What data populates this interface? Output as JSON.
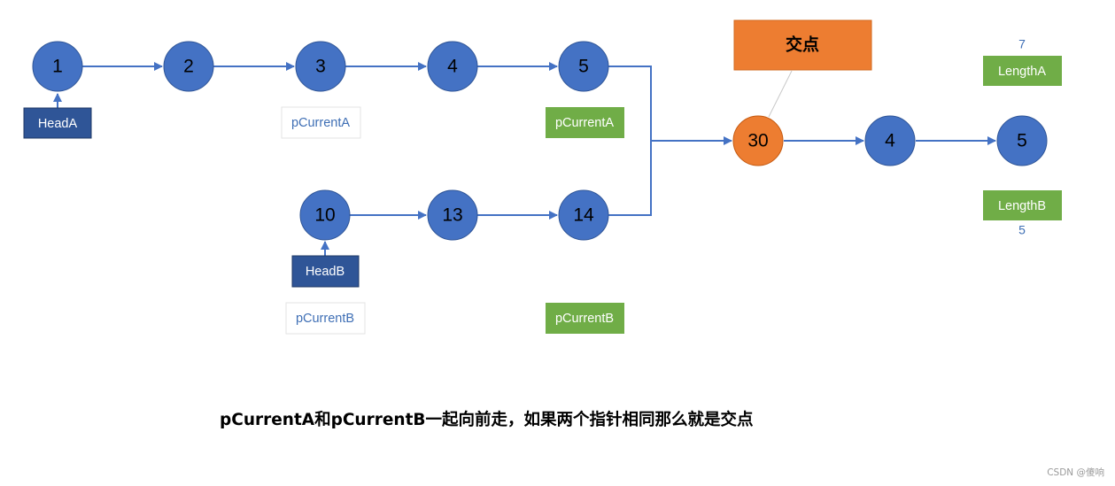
{
  "colors": {
    "node_fill": "#4472c4",
    "node_stroke": "#2f5597",
    "intersection_fill": "#ed7d31",
    "arrow": "#4472c4",
    "head_box_fill": "#2f5597",
    "green_box_fill": "#70ad47",
    "label_text_blue": "#3f6fb5",
    "title_box_fill": "#ed7d31"
  },
  "list_a": [
    "1",
    "2",
    "3",
    "4",
    "5"
  ],
  "list_b": [
    "10",
    "13",
    "14"
  ],
  "shared": [
    "30",
    "4",
    "5"
  ],
  "labels": {
    "head_a": "HeadA",
    "head_b": "HeadB",
    "pcurrent_a_start": "pCurrentA",
    "pcurrent_a_moved": "pCurrentA",
    "pcurrent_b_start": "pCurrentB",
    "pcurrent_b_moved": "pCurrentB",
    "length_a": "LengthA",
    "length_a_value": "7",
    "length_b": "LengthB",
    "length_b_value": "5",
    "intersection_title": "交点"
  },
  "caption": "pCurrentA和pCurrentB一起向前走，如果两个指针相同那么就是交点",
  "watermark": "CSDN @傻响"
}
